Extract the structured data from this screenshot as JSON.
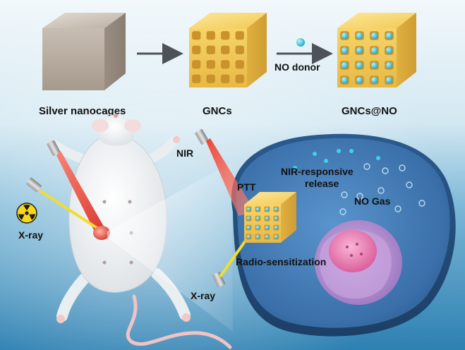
{
  "labels": {
    "silver_nanocages": "Silver nanocages",
    "gncs": "GNCs",
    "no_donor": "NO donor",
    "gncs_no": "GNCs@NO",
    "nir": "NIR",
    "ptt": "PTT",
    "nir_release_line1": "NIR-responsive",
    "nir_release_line2": "release",
    "no_gas": "NO Gas",
    "radio_sensitization": "Radio-sensitization",
    "xray_left": "X-ray",
    "xray_bottom": "X-ray"
  },
  "icons": [
    "radiation-icon",
    "laser-emitter-icon",
    "mouse-illustration",
    "cell-illustration",
    "nucleus-illustration"
  ],
  "colors": {
    "background_gradient_top": "#e8f4f9",
    "background_gradient_bottom": "#2f86b8",
    "silver_cube": "#b5aaa0",
    "gold_cube": "#f2cf63",
    "no_dot": "#36c3d8",
    "laser_red": "#e0342a",
    "xray_yellow": "#e8d21a",
    "cell_body": "#3f78b5",
    "nucleus": "#e07aae"
  }
}
